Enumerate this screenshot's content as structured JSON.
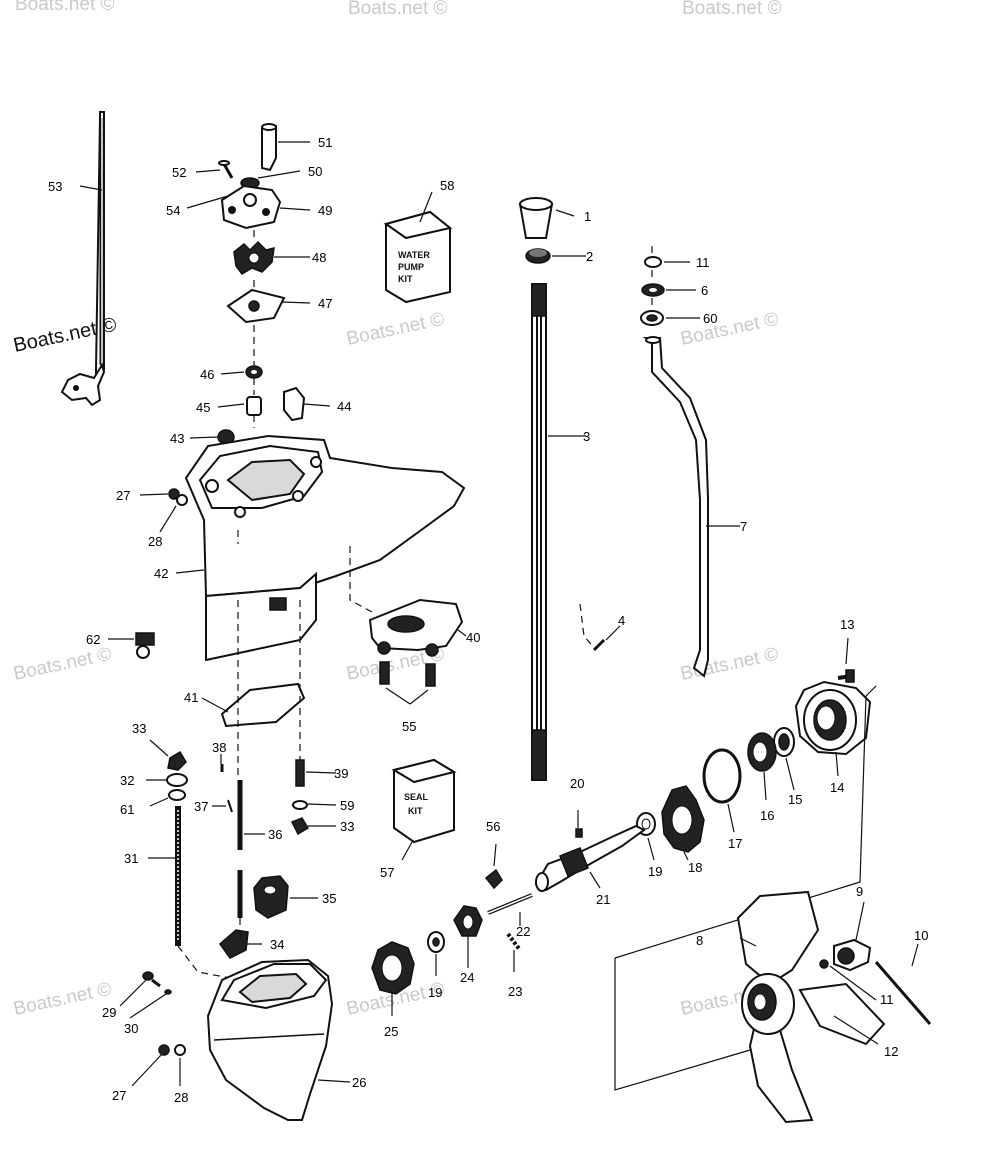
{
  "watermark": {
    "main": "Boats.net ©",
    "faint": "Boats.net ©"
  },
  "kits": {
    "water_pump": [
      "WATER",
      "PUMP",
      "KIT"
    ],
    "seal": [
      "SEAL",
      "KIT"
    ]
  },
  "part_labels": [
    {
      "id": "p51",
      "text": "51"
    },
    {
      "id": "p52",
      "text": "52"
    },
    {
      "id": "p50",
      "text": "50"
    },
    {
      "id": "p53",
      "text": "53"
    },
    {
      "id": "p54",
      "text": "54"
    },
    {
      "id": "p49",
      "text": "49"
    },
    {
      "id": "p48",
      "text": "48"
    },
    {
      "id": "p47",
      "text": "47"
    },
    {
      "id": "p46",
      "text": "46"
    },
    {
      "id": "p45",
      "text": "45"
    },
    {
      "id": "p44",
      "text": "44"
    },
    {
      "id": "p43",
      "text": "43"
    },
    {
      "id": "p27a",
      "text": "27"
    },
    {
      "id": "p28a",
      "text": "28"
    },
    {
      "id": "p42",
      "text": "42"
    },
    {
      "id": "p62",
      "text": "62"
    },
    {
      "id": "p41",
      "text": "41"
    },
    {
      "id": "p33a",
      "text": "33"
    },
    {
      "id": "p38",
      "text": "38"
    },
    {
      "id": "p32",
      "text": "32"
    },
    {
      "id": "p61",
      "text": "61"
    },
    {
      "id": "p37",
      "text": "37"
    },
    {
      "id": "p39",
      "text": "39"
    },
    {
      "id": "p59",
      "text": "59"
    },
    {
      "id": "p33b",
      "text": "33"
    },
    {
      "id": "p36",
      "text": "36"
    },
    {
      "id": "p31",
      "text": "31"
    },
    {
      "id": "p35",
      "text": "35"
    },
    {
      "id": "p34",
      "text": "34"
    },
    {
      "id": "p29",
      "text": "29"
    },
    {
      "id": "p30",
      "text": "30"
    },
    {
      "id": "p27b",
      "text": "27"
    },
    {
      "id": "p28b",
      "text": "28"
    },
    {
      "id": "p26",
      "text": "26"
    },
    {
      "id": "p25",
      "text": "25"
    },
    {
      "id": "p19a",
      "text": "19"
    },
    {
      "id": "p24",
      "text": "24"
    },
    {
      "id": "p23",
      "text": "23"
    },
    {
      "id": "p22",
      "text": "22"
    },
    {
      "id": "p21",
      "text": "21"
    },
    {
      "id": "p56",
      "text": "56"
    },
    {
      "id": "p57",
      "text": "57"
    },
    {
      "id": "p20",
      "text": "20"
    },
    {
      "id": "p19b",
      "text": "19"
    },
    {
      "id": "p18",
      "text": "18"
    },
    {
      "id": "p17",
      "text": "17"
    },
    {
      "id": "p16",
      "text": "16"
    },
    {
      "id": "p15",
      "text": "15"
    },
    {
      "id": "p14",
      "text": "14"
    },
    {
      "id": "p13",
      "text": "13"
    },
    {
      "id": "p40",
      "text": "40"
    },
    {
      "id": "p55",
      "text": "55"
    },
    {
      "id": "p58",
      "text": "58"
    },
    {
      "id": "p1",
      "text": "1"
    },
    {
      "id": "p2",
      "text": "2"
    },
    {
      "id": "p3",
      "text": "3"
    },
    {
      "id": "p4",
      "text": "4"
    },
    {
      "id": "p11a",
      "text": "11"
    },
    {
      "id": "p6",
      "text": "6"
    },
    {
      "id": "p60",
      "text": "60"
    },
    {
      "id": "p7",
      "text": "7"
    },
    {
      "id": "p8",
      "text": "8"
    },
    {
      "id": "p9",
      "text": "9"
    },
    {
      "id": "p10",
      "text": "10"
    },
    {
      "id": "p11b",
      "text": "11"
    },
    {
      "id": "p12",
      "text": "12"
    }
  ]
}
